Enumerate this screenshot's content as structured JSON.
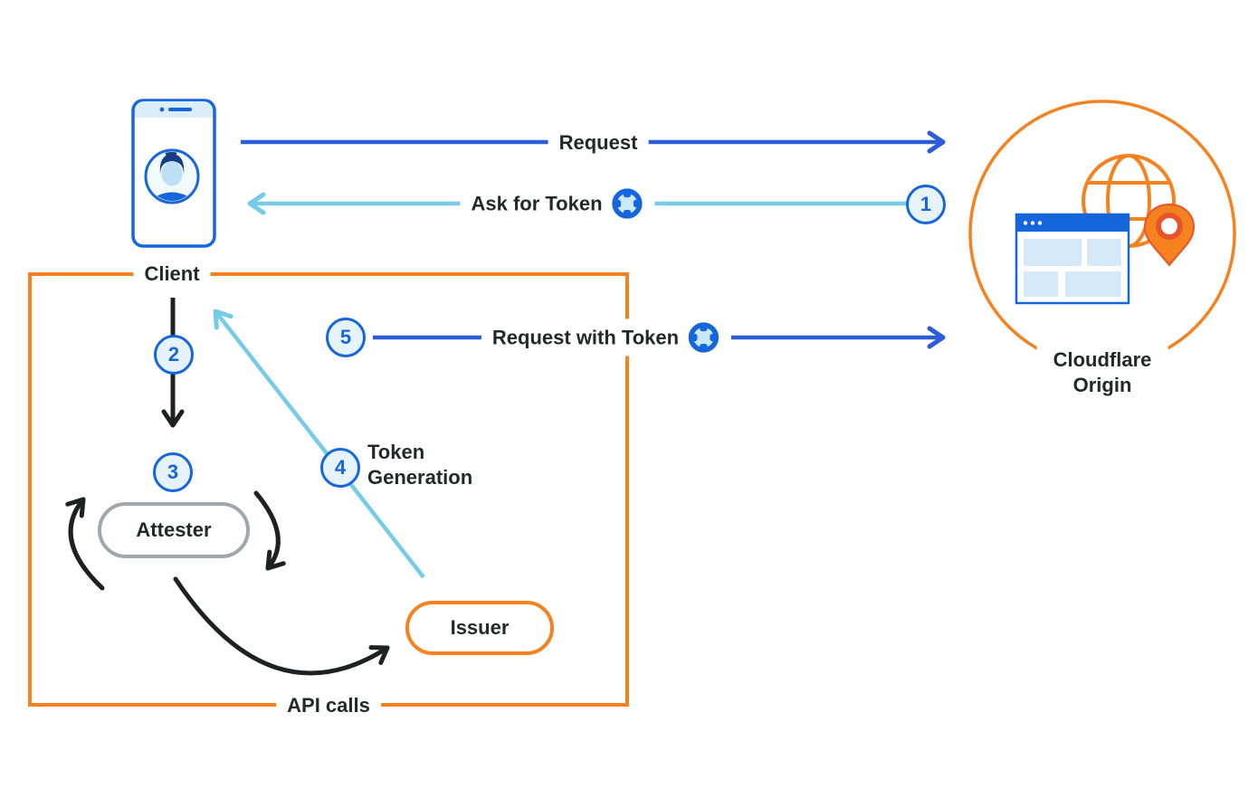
{
  "nodes": {
    "client": {
      "label": "Client"
    },
    "cloudflare_origin": {
      "line1": "Cloudflare",
      "line2": "Origin"
    },
    "attester": {
      "label": "Attester"
    },
    "issuer": {
      "label": "Issuer"
    }
  },
  "box": {
    "label": "API calls"
  },
  "flows": {
    "request": {
      "label": "Request"
    },
    "ask_for_token": {
      "label": "Ask for Token",
      "step": "1"
    },
    "client_to_attester": {
      "step": "2"
    },
    "attestation": {
      "step": "3"
    },
    "token_generation": {
      "line1": "Token",
      "line2": "Generation",
      "step": "4"
    },
    "request_with_token": {
      "label": "Request with Token",
      "step": "5"
    }
  },
  "icons": {
    "token": "token-icon",
    "phone": "phone-icon",
    "avatar": "user-avatar-icon",
    "globe": "globe-icon",
    "browser": "browser-window-icon",
    "pin": "location-pin-icon"
  },
  "colors": {
    "orange": "#F6821F",
    "blue": "#1566DC",
    "arrow_blue": "#2B5CDB",
    "light_blue": "#76CCE6",
    "ink": "#1E2022",
    "text": "#24282B",
    "gray": "#9DA7AD",
    "badge_fill": "#E7F3FC",
    "token_fill": "#C9E9F7",
    "screen_fill": "#D9EEFA",
    "block_fill": "#D6E9F8",
    "pin_ring": "#E8542C",
    "background": "#FFFFFF"
  }
}
